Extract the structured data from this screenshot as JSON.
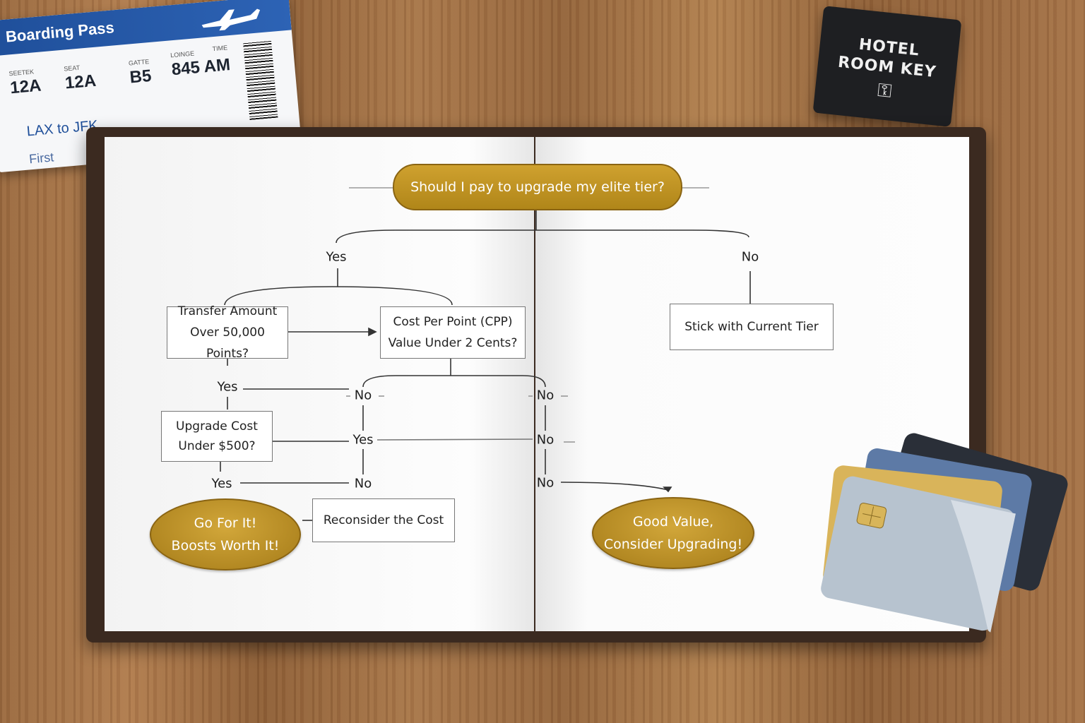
{
  "boarding_pass": {
    "title": "Boarding Pass",
    "fields": [
      {
        "label": "SEETEK",
        "value": "12A"
      },
      {
        "label": "SEAT",
        "value": "12A"
      },
      {
        "label": "GATTE",
        "value": "B5"
      },
      {
        "label": "LOINGE",
        "value": "845 AM"
      }
    ],
    "time_label": "TIME",
    "route": "LAX to JFK",
    "class": "First"
  },
  "hotel_key": {
    "line1": "HOTEL",
    "line2": "ROOM KEY"
  },
  "flowchart": {
    "title": "Should I pay to upgrade my elite tier?",
    "top_yes": "Yes",
    "top_no": "No",
    "node_transfer": {
      "line1": "Transfer Amount",
      "line2": "Over 50,000 Points?"
    },
    "node_cpp": {
      "line1": "Cost Per Point (CPP)",
      "line2": "Value Under 2 Cents?"
    },
    "node_stick": "Stick with Current Tier",
    "node_upgrade_cost": {
      "line1": "Upgrade Cost",
      "line2": "Under $500?"
    },
    "node_reconsider": "Reconsider the Cost",
    "node_go": {
      "line1": "Go For It!",
      "line2": "Boosts Worth It!"
    },
    "node_good": {
      "line1": "Good Value,",
      "line2": "Consider Upgrading!"
    },
    "labels": {
      "yes_1": "Yes",
      "no_1": "No",
      "no_2": "No",
      "yes_2": "Yes",
      "no_3": "No",
      "yes_3": "Yes",
      "no_4": "No",
      "no_5": "No"
    }
  },
  "colors": {
    "gold": "#b8891e",
    "ticket_blue": "#1f4f9a",
    "wood": "#a0703f"
  }
}
